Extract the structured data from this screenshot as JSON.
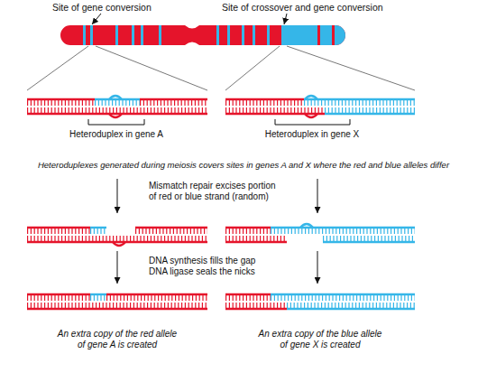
{
  "diagram": {
    "labels": [
      "Site of gene conversion",
      "Site of crossover and gene conversion",
      "Heteroduplex in gene A",
      "Heteroduplex in gene X",
      "Heteroduplexes generated during meiosis covers sites in genes A and X where the red and blue alleles differ",
      "Mismatch repair excises portion of red or blue strand (random)",
      "DNA synthesis fills the gap DNA ligase seals the nicks",
      "An extra copy of the red allele of gene A is created",
      "An extra copy of the blue allele of gene X is created"
    ]
  }
}
